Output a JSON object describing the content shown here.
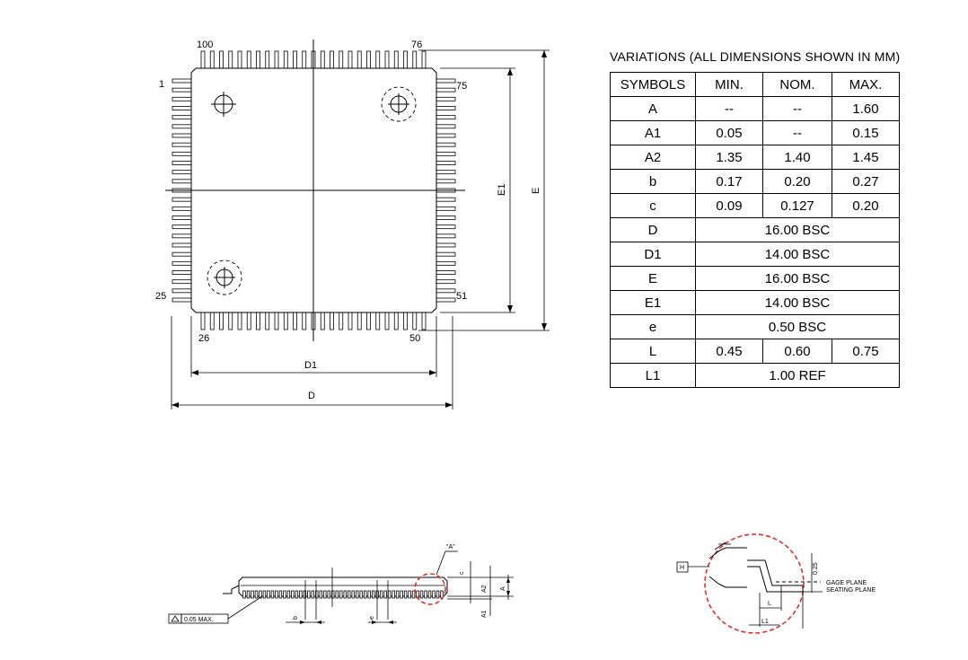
{
  "top_view": {
    "pin_labels": {
      "p100": "100",
      "p76": "76",
      "p1": "1",
      "p75": "75",
      "p25": "25",
      "p51": "51",
      "p26": "26",
      "p50": "50"
    },
    "dim_labels": {
      "d1": "D1",
      "d": "D",
      "e1": "E1",
      "e": "E"
    }
  },
  "variations": {
    "title": "VARIATIONS (ALL DIMENSIONS SHOWN IN MM)",
    "headers": [
      "SYMBOLS",
      "MIN.",
      "NOM.",
      "MAX."
    ],
    "rows": [
      {
        "sym": "A",
        "min": "--",
        "nom": "--",
        "max": "1.60"
      },
      {
        "sym": "A1",
        "min": "0.05",
        "nom": "--",
        "max": "0.15"
      },
      {
        "sym": "A2",
        "min": "1.35",
        "nom": "1.40",
        "max": "1.45"
      },
      {
        "sym": "b",
        "min": "0.17",
        "nom": "0.20",
        "max": "0.27"
      },
      {
        "sym": "c",
        "min": "0.09",
        "nom": "0.127",
        "max": "0.20"
      },
      {
        "sym": "D",
        "span": "16.00 BSC"
      },
      {
        "sym": "D1",
        "span": "14.00 BSC"
      },
      {
        "sym": "E",
        "span": "16.00 BSC"
      },
      {
        "sym": "E1",
        "span": "14.00 BSC"
      },
      {
        "sym": "e",
        "span": "0.50 BSC"
      },
      {
        "sym": "L",
        "min": "0.45",
        "nom": "0.60",
        "max": "0.75"
      },
      {
        "sym": "L1",
        "span": "1.00 REF"
      }
    ]
  },
  "side_view": {
    "detail_label": "\"A\"",
    "flatness": "0.05 MAX.",
    "dims": {
      "c": "c",
      "a2": "A2",
      "a": "A",
      "a1": "A1",
      "b": "b",
      "e": "e"
    }
  },
  "detail_view": {
    "datum": "H",
    "gage_plane": "GAGE PLANE",
    "seating_plane": "SEATING PLANE",
    "gage_value": "0.25",
    "l_label": "L",
    "l1_label": "L1"
  },
  "colors": {
    "line": "#000000",
    "detail_circle": "#e0302a",
    "background": "#ffffff"
  }
}
